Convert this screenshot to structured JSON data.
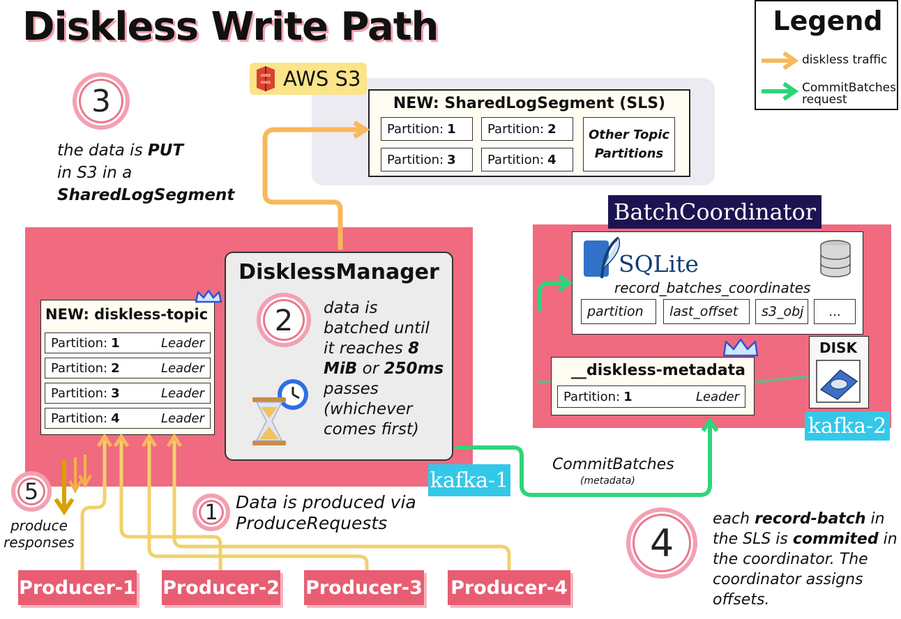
{
  "title": "Diskless Write Path",
  "legend": {
    "title": "Legend",
    "items": [
      {
        "label": "diskless traffic",
        "color": "#f9b85a"
      },
      {
        "label": "CommitBatches",
        "label2": "request",
        "color": "#2fd47a"
      }
    ]
  },
  "aws": {
    "label": "AWS S3",
    "sls_title": "NEW: SharedLogSegment (SLS)",
    "partitions": [
      {
        "label": "Partition:",
        "num": "1"
      },
      {
        "label": "Partition:",
        "num": "2"
      },
      {
        "label": "Partition:",
        "num": "3"
      },
      {
        "label": "Partition:",
        "num": "4"
      }
    ],
    "other_line1": "Other Topic",
    "other_line2": "Partitions"
  },
  "steps": {
    "s1": {
      "num": "1",
      "line1": "Data is produced via",
      "line2": "ProduceRequests"
    },
    "s2": {
      "num": "2",
      "l1": "data is",
      "l2": "batched until",
      "l3": "it reaches",
      "l3b": "8",
      "l4a": "MiB",
      "l4b": "or",
      "l4c": "250ms",
      "l5": "passes",
      "l6": "(whichever",
      "l7": "comes first)"
    },
    "s3": {
      "num": "3",
      "l1a": "the data is",
      "l1b": "PUT",
      "l2": "in S3 in a",
      "l3": "SharedLogSegment"
    },
    "s4": {
      "num": "4",
      "l1a": "each",
      "l1b": "record-batch",
      "l1c": "in",
      "l2a": "the SLS is",
      "l2b": "commited",
      "l2c": "in",
      "l3": "the coordinator. The",
      "l4": "coordinator assigns",
      "l5": "offsets."
    },
    "s5": {
      "num": "5",
      "l1": "produce",
      "l2": "responses"
    }
  },
  "kafka1": {
    "label": "kafka-1",
    "topic_title": "NEW: diskless-topic",
    "partitions": [
      {
        "label": "Partition:",
        "num": "1",
        "role": "Leader"
      },
      {
        "label": "Partition:",
        "num": "2",
        "role": "Leader"
      },
      {
        "label": "Partition:",
        "num": "3",
        "role": "Leader"
      },
      {
        "label": "Partition:",
        "num": "4",
        "role": "Leader"
      }
    ],
    "manager_title": "DisklessManager"
  },
  "kafka2": {
    "label": "kafka-2",
    "coordinator_label": "BatchCoordinator",
    "sqlite_label": "SQLite",
    "table_name": "record_batches_coordinates",
    "columns": [
      "partition",
      "last_offset",
      "s3_obj",
      "..."
    ],
    "metadata_title": "__diskless-metadata",
    "metadata_partition": {
      "label": "Partition:",
      "num": "1",
      "role": "Leader"
    },
    "disk_label": "DISK"
  },
  "commit": {
    "label": "CommitBatches",
    "sub": "(metadata)"
  },
  "producers": [
    "Producer-1",
    "Producer-2",
    "Producer-3",
    "Producer-4"
  ],
  "colors": {
    "pink": "#f06a80",
    "orange": "#f9b85a",
    "yellow": "#f2d16b",
    "green": "#2fd47a",
    "cyan": "#33c8e9",
    "navy": "#1c1450"
  }
}
